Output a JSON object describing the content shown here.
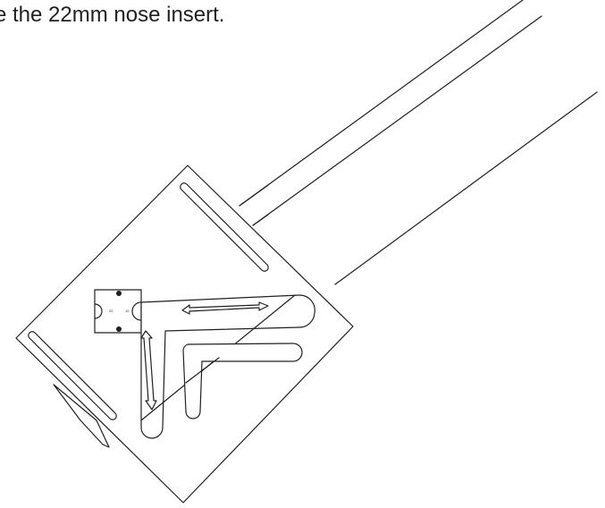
{
  "instruction": {
    "text": "e the 22mm nose insert."
  },
  "figure": {
    "insert_label_top": "22",
    "insert_label_side": "12",
    "line_color": "#231f20"
  }
}
